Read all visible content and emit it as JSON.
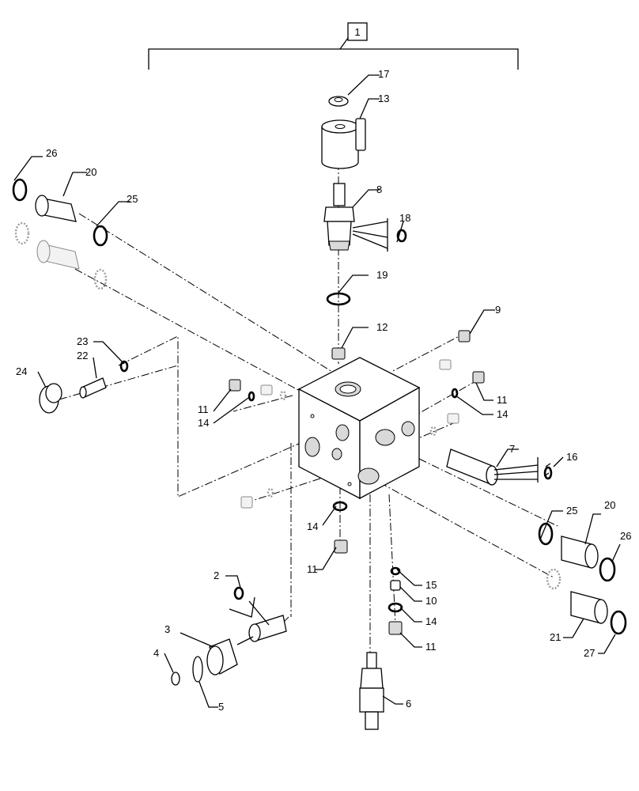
{
  "kit_number": "1",
  "callouts": [
    {
      "id": "c17",
      "label": "17"
    },
    {
      "id": "c13",
      "label": "13"
    },
    {
      "id": "c8",
      "label": "8"
    },
    {
      "id": "c18",
      "label": "18"
    },
    {
      "id": "c19",
      "label": "19"
    },
    {
      "id": "c12",
      "label": "12"
    },
    {
      "id": "c9",
      "label": "9"
    },
    {
      "id": "c26a",
      "label": "26"
    },
    {
      "id": "c20a",
      "label": "20"
    },
    {
      "id": "c25a",
      "label": "25"
    },
    {
      "id": "c23",
      "label": "23"
    },
    {
      "id": "c22",
      "label": "22"
    },
    {
      "id": "c24",
      "label": "24"
    },
    {
      "id": "c11a",
      "label": "11"
    },
    {
      "id": "c14a",
      "label": "14"
    },
    {
      "id": "c11b",
      "label": "11"
    },
    {
      "id": "c14b",
      "label": "14"
    },
    {
      "id": "c7",
      "label": "7"
    },
    {
      "id": "c16",
      "label": "16"
    },
    {
      "id": "c14c",
      "label": "14"
    },
    {
      "id": "c11c",
      "label": "11"
    },
    {
      "id": "c25b",
      "label": "25"
    },
    {
      "id": "c20b",
      "label": "20"
    },
    {
      "id": "c26b",
      "label": "26"
    },
    {
      "id": "c2",
      "label": "2"
    },
    {
      "id": "c15",
      "label": "15"
    },
    {
      "id": "c10",
      "label": "10"
    },
    {
      "id": "c14d",
      "label": "14"
    },
    {
      "id": "c11d",
      "label": "11"
    },
    {
      "id": "c3",
      "label": "3"
    },
    {
      "id": "c4",
      "label": "4"
    },
    {
      "id": "c5",
      "label": "5"
    },
    {
      "id": "c6",
      "label": "6"
    },
    {
      "id": "c21",
      "label": "21"
    },
    {
      "id": "c27",
      "label": "27"
    }
  ]
}
